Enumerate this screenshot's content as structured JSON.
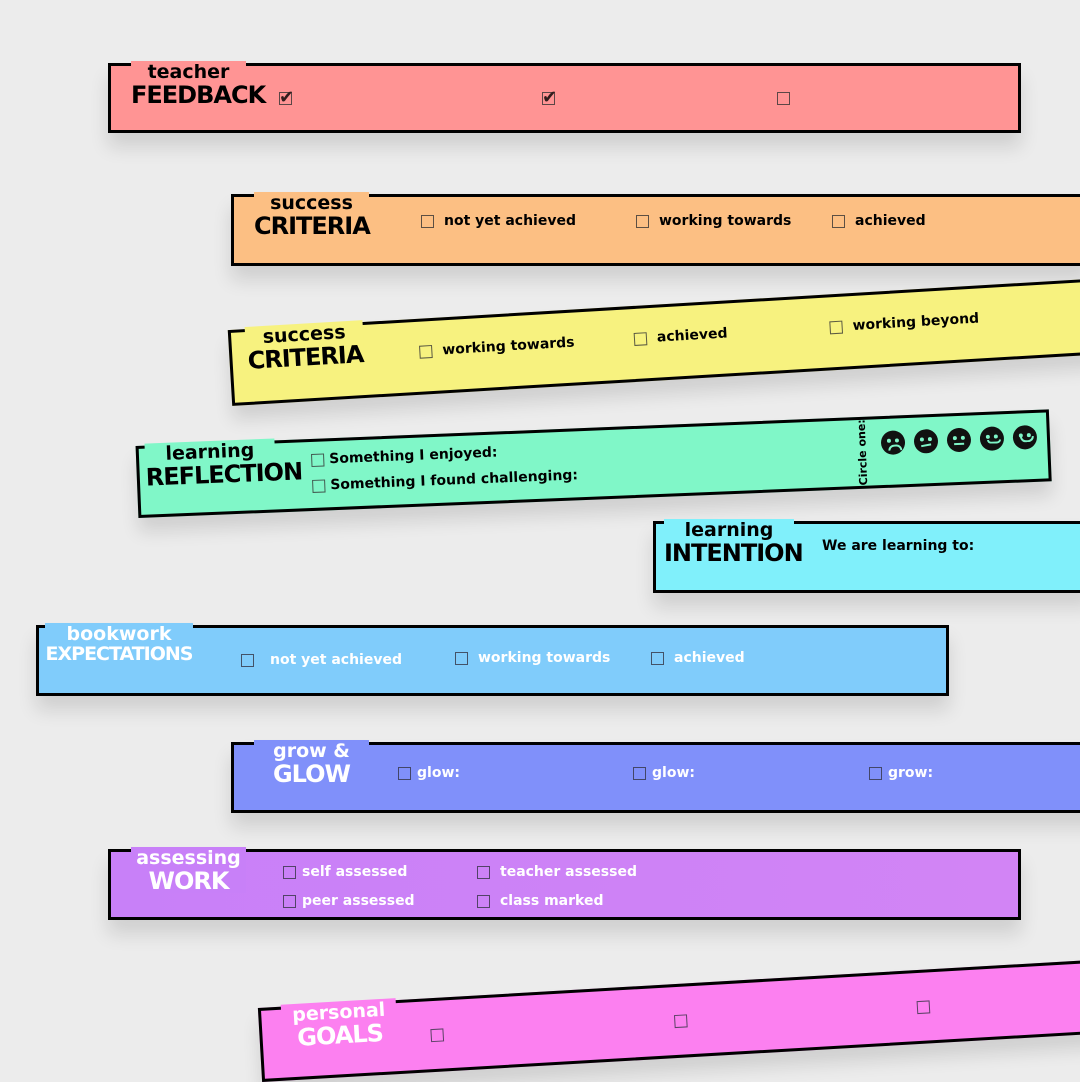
{
  "strips": [
    {
      "small": "teacher",
      "big": "FEEDBACK",
      "color": "#ff9494",
      "checkboxes": [
        true,
        true,
        false
      ]
    },
    {
      "small": "success",
      "big": "CRITERIA",
      "color": "#fcbf83",
      "items": [
        "not yet achieved",
        "working towards",
        "achieved"
      ]
    },
    {
      "small": "success",
      "big": "CRITERIA",
      "color": "#f7f27f",
      "items": [
        "working towards",
        "achieved",
        "working beyond"
      ]
    },
    {
      "small": "learning",
      "big": "REFLECTION",
      "color": "#80f7c8",
      "items": [
        "Something I enjoyed:",
        "Something I found challenging:"
      ],
      "circle_label": "Circle one:",
      "faces": [
        "very-sad-face-icon",
        "sad-face-icon",
        "neutral-face-icon",
        "content-face-icon",
        "happy-face-icon"
      ]
    },
    {
      "small": "learning",
      "big": "INTENTION",
      "color": "#80f0fb",
      "prompt": "We are learning to:"
    },
    {
      "small": "bookwork",
      "big": "EXPECTATIONS",
      "color": "#80ccfb",
      "items": [
        "not yet achieved",
        "working towards",
        "achieved"
      ]
    },
    {
      "small": "grow &",
      "big": "GLOW",
      "color": "#8090fa",
      "items": [
        "glow:",
        "glow:",
        "grow:"
      ]
    },
    {
      "small": "assessing",
      "big": "WORK",
      "color": "#cc80f8",
      "items": [
        "self assessed",
        "teacher assessed",
        "peer assessed",
        "class marked"
      ]
    },
    {
      "small": "personal",
      "big": "GOALS",
      "color": "#fc80f0",
      "checkboxes": [
        false,
        false,
        false
      ]
    }
  ]
}
